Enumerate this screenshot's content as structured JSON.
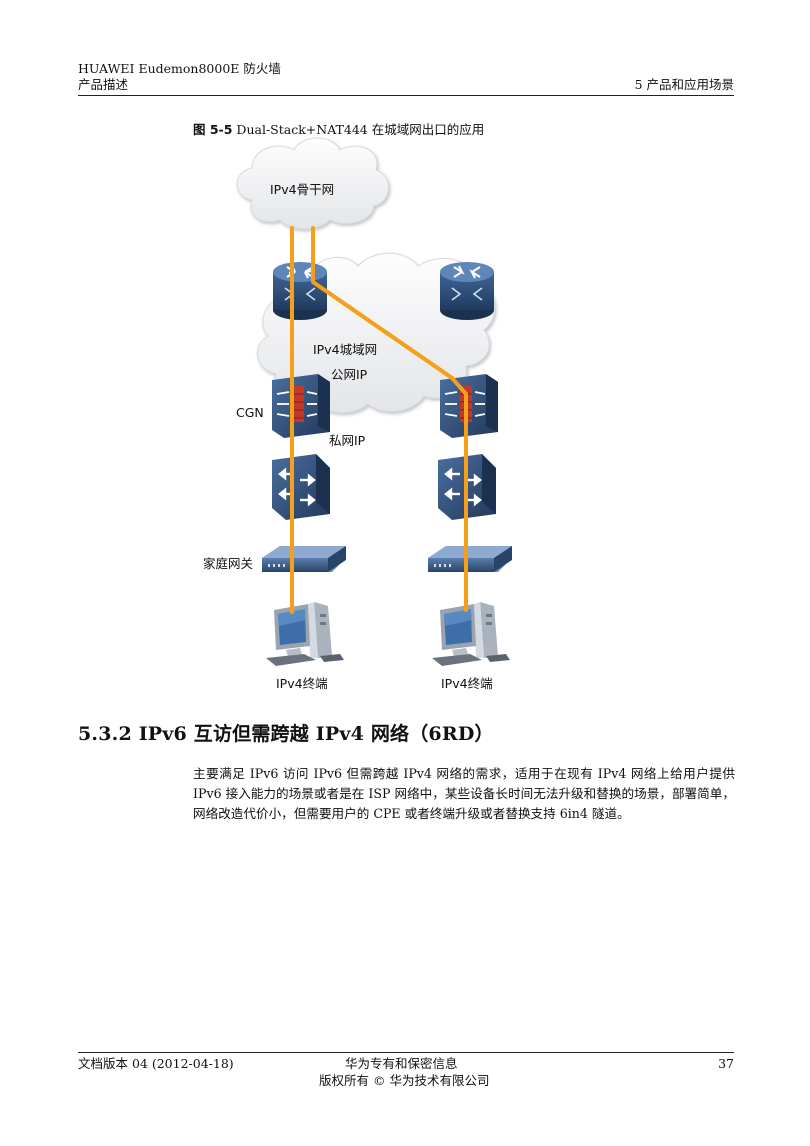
{
  "header": {
    "product": "HUAWEI Eudemon8000E 防火墙",
    "doc_type": "产品描述",
    "chapter": "5 产品和应用场景"
  },
  "figure": {
    "number": "图 5-5",
    "title": "Dual-Stack+NAT444 在城域网出口的应用",
    "labels": {
      "backbone": "IPv4骨干网",
      "metro": "IPv4城域网",
      "public_ip": "公网IP",
      "cgn": "CGN",
      "private_ip": "私网IP",
      "home_gateway": "家庭网关",
      "terminal_left": "IPv4终端",
      "terminal_right": "IPv4终端"
    },
    "colors": {
      "link": "#F5A01A",
      "device_blue": "#2F4E79",
      "firewall_red": "#C0392B"
    }
  },
  "section": {
    "heading": "5.3.2 IPv6 互访但需跨越 IPv4 网络（6RD）",
    "paragraph": "主要满足 IPv6 访问 IPv6 但需跨越 IPv4 网络的需求，适用于在现有 IPv4 网络上给用户提供 IPv6 接入能力的场景或者是在 ISP 网络中，某些设备长时间无法升级和替换的场景，部署简单，网络改造代价小，但需要用户的 CPE 或者终端升级或者替换支持 6in4 隧道。"
  },
  "footer": {
    "version": "文档版本 04 (2012-04-18)",
    "confidential": "华为专有和保密信息",
    "copyright": "版权所有 © 华为技术有限公司",
    "page": "37"
  }
}
